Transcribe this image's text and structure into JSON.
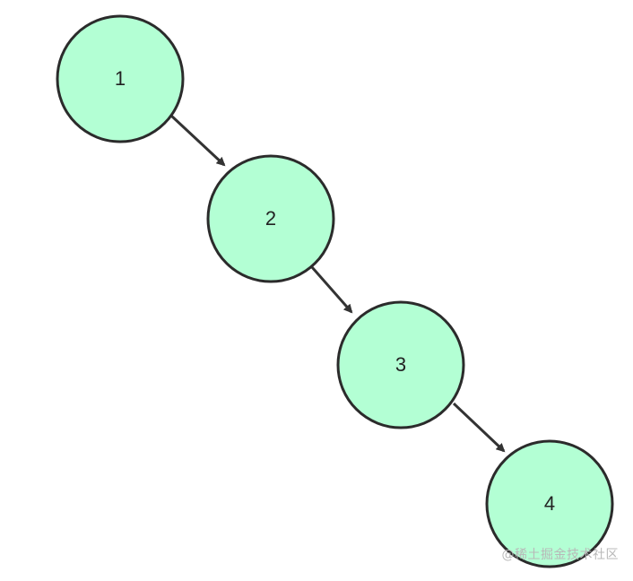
{
  "diagram": {
    "node_fill": "#b3ffd4",
    "node_stroke": "#2b2b2b",
    "edge_color": "#333333",
    "nodes": [
      {
        "id": "n1",
        "label": "1"
      },
      {
        "id": "n2",
        "label": "2"
      },
      {
        "id": "n3",
        "label": "3"
      },
      {
        "id": "n4",
        "label": "4"
      }
    ],
    "edges": [
      {
        "from": "n1",
        "to": "n2"
      },
      {
        "from": "n2",
        "to": "n3"
      },
      {
        "from": "n3",
        "to": "n4"
      }
    ]
  },
  "watermark": {
    "text": "@稀土掘金技术社区"
  }
}
